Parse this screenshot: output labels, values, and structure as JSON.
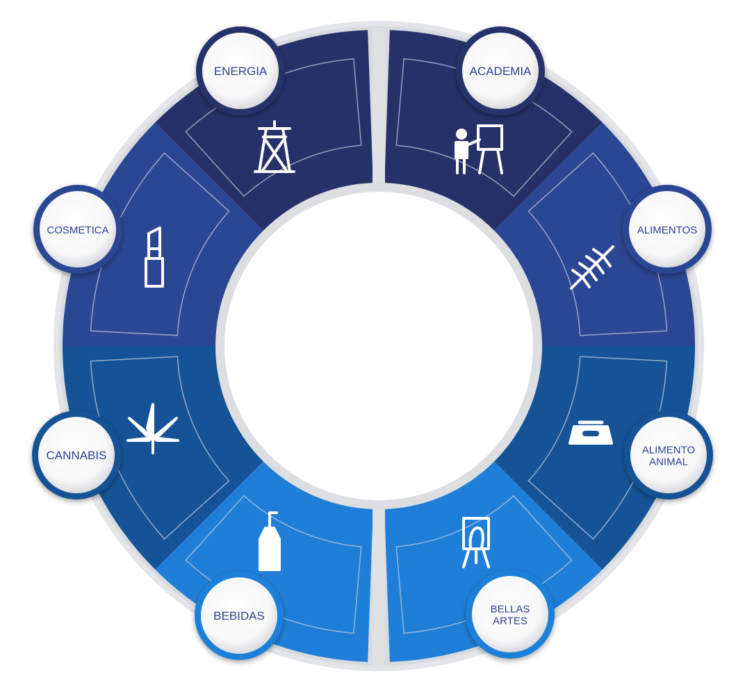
{
  "diagram": {
    "segments": [
      {
        "id": "energia",
        "label_lines": [
          "ENERGIA"
        ],
        "icon": "power-tower-icon",
        "color": "#26316a"
      },
      {
        "id": "academia",
        "label_lines": [
          "ACADEMIA"
        ],
        "icon": "teacher-board-icon",
        "color": "#26316a"
      },
      {
        "id": "alimentos",
        "label_lines": [
          "ALIMENTOS"
        ],
        "icon": "wheat-icon",
        "color": "#2b4693"
      },
      {
        "id": "alimento-animal",
        "label_lines": [
          "ALIMENTO",
          "ANIMAL"
        ],
        "icon": "pet-bowl-icon",
        "color": "#155396"
      },
      {
        "id": "bellas-artes",
        "label_lines": [
          "BELLAS",
          "ARTES"
        ],
        "icon": "easel-portrait-icon",
        "color": "#1f7fd8"
      },
      {
        "id": "bebidas",
        "label_lines": [
          "BEBIDAS"
        ],
        "icon": "bottle-icon",
        "color": "#1f7fd8"
      },
      {
        "id": "cannabis",
        "label_lines": [
          "CANNABIS"
        ],
        "icon": "cannabis-leaf-icon",
        "color": "#155396"
      },
      {
        "id": "cosmetica",
        "label_lines": [
          "COSMETICA"
        ],
        "icon": "lipstick-icon",
        "color": "#2b4693"
      }
    ]
  }
}
